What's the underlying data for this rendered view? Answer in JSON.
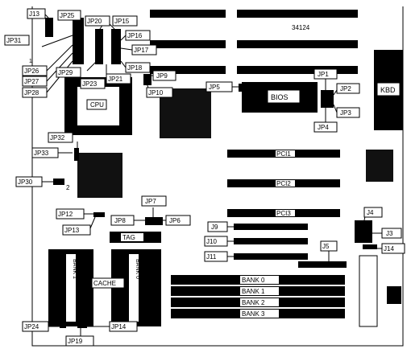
{
  "board": {
    "part_number": "34124",
    "components": {
      "cpu": "CPU",
      "bios": "BIOS",
      "kbd": "KBD",
      "tag": "TAG",
      "cache": "CACHE",
      "bank_left_a": "BANK 1",
      "bank_left_b": "BANK 0",
      "pci1": "PCI1",
      "pci2": "PCI2",
      "pci3": "PCI3",
      "simm_bank0": "BANK 0",
      "simm_bank1": "BANK 1",
      "simm_bank2": "BANK 2",
      "simm_bank3": "BANK 3",
      "pin_number_2a": "2",
      "pin_number_2b": "2",
      "pin_number_1": "1"
    },
    "jumpers": {
      "jp1": "JP1",
      "jp2": "JP2",
      "jp3": "JP3",
      "jp4": "JP4",
      "jp5": "JP5",
      "jp6": "JP6",
      "jp7": "JP7",
      "jp8": "JP8",
      "jp9": "JP9",
      "jp10": "JP10",
      "jp12": "JP12",
      "jp13": "JP13",
      "jp14": "JP14",
      "jp15": "JP15",
      "jp16": "JP16",
      "jp17": "JP17",
      "jp18": "JP18",
      "jp19": "JP19",
      "jp20": "JP20",
      "jp21": "JP21",
      "jp23": "JP23",
      "jp24": "JP24",
      "jp25": "JP25",
      "jp26": "JP26",
      "jp27": "JP27",
      "jp28": "JP28",
      "jp29": "JP29",
      "jp30": "JP30",
      "jp31": "JP31",
      "jp32": "JP32",
      "jp33": "JP33"
    },
    "connectors": {
      "j3": "J3",
      "j4": "J4",
      "j5": "J5",
      "j9": "J9",
      "j10": "J10",
      "j11": "J11",
      "j13": "J13",
      "j14": "J14"
    }
  }
}
